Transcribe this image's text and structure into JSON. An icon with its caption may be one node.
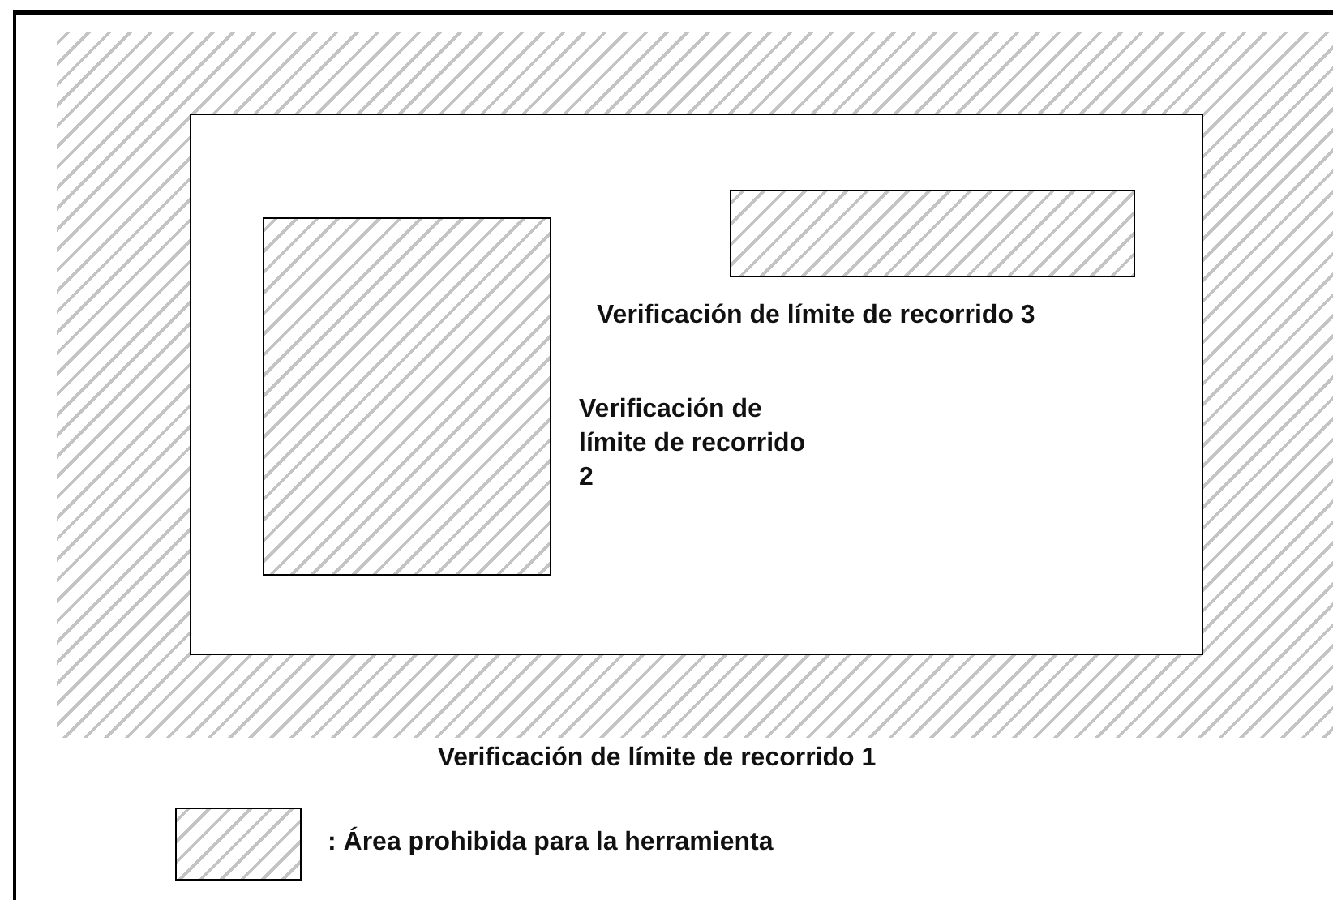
{
  "diagram": {
    "nodes": [
      {
        "text": [],
        "shape": "box",
        "beside": [
          "Verificación de límite de recorrido 1"
        ]
      },
      {
        "text": [],
        "shape": "box",
        "in": 0
      },
      {
        "text": [],
        "shape": "box",
        "in": 1,
        "beside": [
          "Verificación de límite de recorrido 2"
        ]
      },
      {
        "text": [],
        "shape": "box",
        "in": 1,
        "beside": [
          "Verificación de límite de recorrido 3"
        ]
      }
    ],
    "legend": [
      {
        "text": ": Área prohibida para la herramienta"
      }
    ]
  }
}
